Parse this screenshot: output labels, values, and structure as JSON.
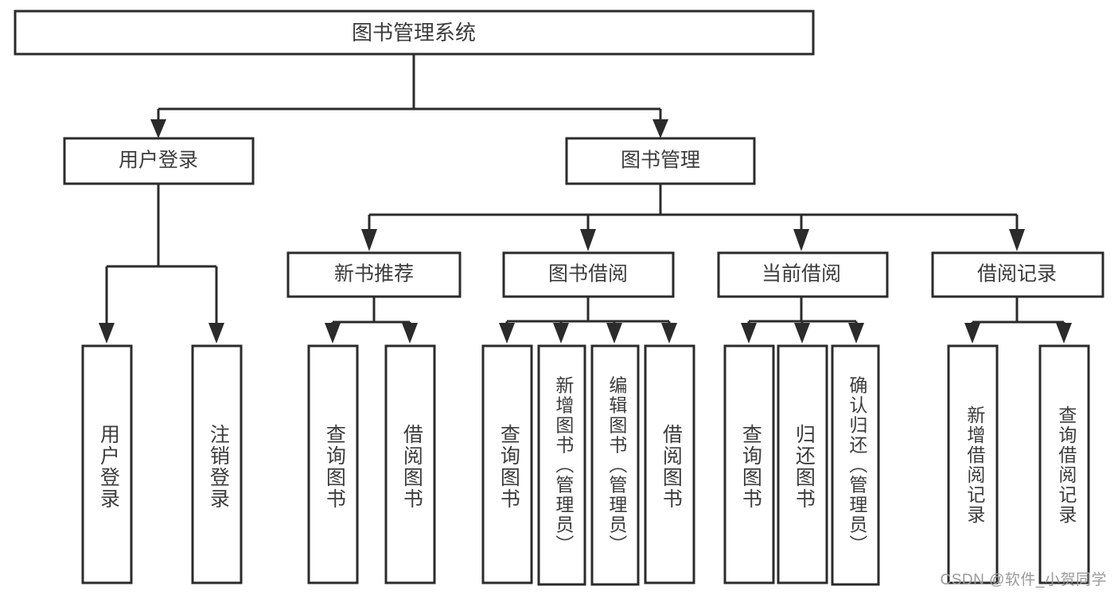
{
  "diagram": {
    "type": "tree",
    "title": "图书管理系统",
    "root": {
      "label": "图书管理系统"
    },
    "level2": [
      {
        "label": "用户登录"
      },
      {
        "label": "图书管理"
      }
    ],
    "level3": [
      {
        "label": "新书推荐"
      },
      {
        "label": "图书借阅"
      },
      {
        "label": "当前借阅"
      },
      {
        "label": "借阅记录"
      }
    ],
    "leaves": {
      "user_login": [
        {
          "label": "用户登录"
        },
        {
          "label": "注销登录"
        }
      ],
      "new_book_recommend": [
        {
          "label": "查询图书"
        },
        {
          "label": "借阅图书"
        }
      ],
      "book_borrow": [
        {
          "label": "查询图书"
        },
        {
          "label": "新增图书（管理员）"
        },
        {
          "label": "编辑图书（管理员）"
        },
        {
          "label": "借阅图书"
        }
      ],
      "current_borrow": [
        {
          "label": "查询图书"
        },
        {
          "label": "归还图书"
        },
        {
          "label": "确认归还（管理员）"
        }
      ],
      "borrow_record": [
        {
          "label": "新增借阅记录"
        },
        {
          "label": "查询借阅记录"
        }
      ]
    }
  },
  "watermark": {
    "text": "CSDN @软件_小贺同学"
  },
  "colors": {
    "box_stroke": "#2b2b2b",
    "box_fill": "#ffffff",
    "text": "#3c3c3c",
    "watermark": "#9a9a9a",
    "background": "#ffffff"
  }
}
